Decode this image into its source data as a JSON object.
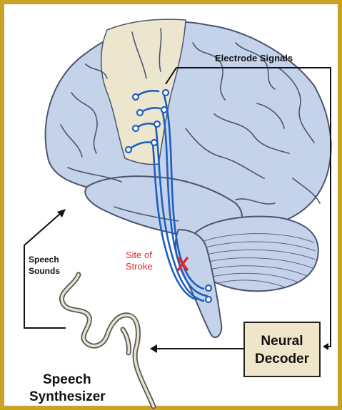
{
  "labels": {
    "electrode_signals": "Electrode Signals",
    "site_line1": "Site of",
    "site_line2": "Stroke",
    "speech_sounds_line1": "Speech",
    "speech_sounds_line2": "Sounds",
    "decoder_line1": "Neural",
    "decoder_line2": "Decoder",
    "synth_line1": "Speech",
    "synth_line2": "Synthesizer"
  },
  "colors": {
    "border": "#c9a227",
    "brain_fill": "#c5d3ea",
    "motor_cortex_fill": "#ece6cf",
    "electrode_blue": "#1f5fbf",
    "stroke_red": "#e2242c",
    "decoder_fill": "#efe6c9"
  },
  "icons": {
    "stroke_marker": "x-mark-icon",
    "electrode": "electrode-circle-icon"
  }
}
